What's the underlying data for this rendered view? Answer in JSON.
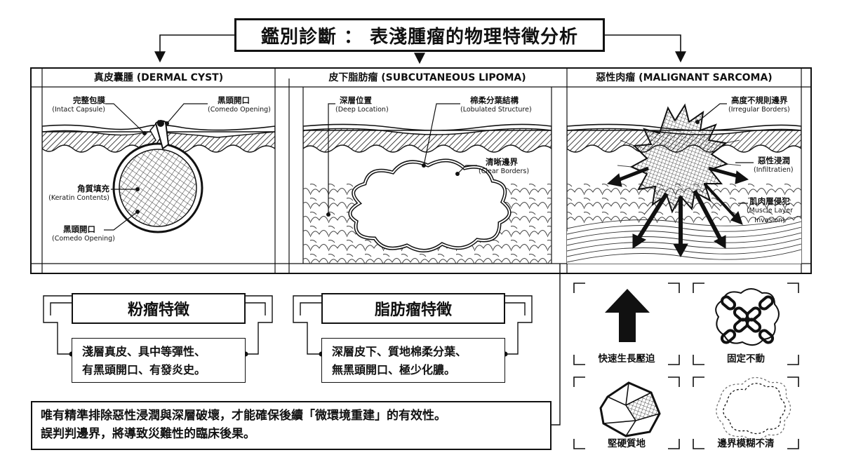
{
  "title": "鑑別診斷 ： 表淺腫瘤的物理特徵分析",
  "panels": {
    "cyst": {
      "title": "真皮囊腫 (DERMAL CYST)",
      "labels": {
        "capsule": {
          "zh": "完整包膜",
          "en": "(Intact Capsule)"
        },
        "opening_top": {
          "zh": "黑頭開口",
          "en": "(Comedo Opening)"
        },
        "keratin": {
          "zh": "角質填充",
          "en": "(Keratin Contents)"
        },
        "opening_bottom": {
          "zh": "黑頭開口",
          "en": "(Comedo Opening)"
        }
      }
    },
    "lipoma": {
      "title": "皮下脂肪瘤 (SUBCUTANEOUS LIPOMA)",
      "labels": {
        "deep": {
          "zh": "深層位置",
          "en": "(Deep Location)"
        },
        "lobulated": {
          "zh": "棉柔分葉結構",
          "en": "(Lobulated Structure)"
        },
        "borders": {
          "zh": "清晰邊界",
          "en": "(Clear Borders)"
        }
      }
    },
    "sarcoma": {
      "title": "惡性肉瘤 (MALIGNANT SARCOMA)",
      "labels": {
        "irregular": {
          "zh": "高度不規則邊界",
          "en": "(Irregular Borders)"
        },
        "infiltration": {
          "zh": "惡性浸潤",
          "en": "(Infiltratien)"
        },
        "muscle_zh": "肌肉層侵犯",
        "muscle_en1": "(Muscle Layer",
        "muscle_en2": "Invasion)"
      }
    }
  },
  "features": {
    "cyst": {
      "heading": "粉瘤特徵",
      "line1": "淺層真皮、具中等彈性、",
      "line2": "有黑頭開口、有發炎史。"
    },
    "lipoma": {
      "heading": "脂肪瘤特徵",
      "line1": "深層皮下、質地棉柔分葉、",
      "line2": "無黑頭開口、極少化膿。"
    }
  },
  "conclusion": {
    "line1": "唯有精準排除惡性浸潤與深層破壞，才能確保後續「微環境重建」的有效性。",
    "line2": "誤判判邊界，將導致災難性的臨床後果。"
  },
  "signs": [
    "快速生長壓迫",
    "固定不動",
    "堅硬質地",
    "邊界模糊不清"
  ]
}
